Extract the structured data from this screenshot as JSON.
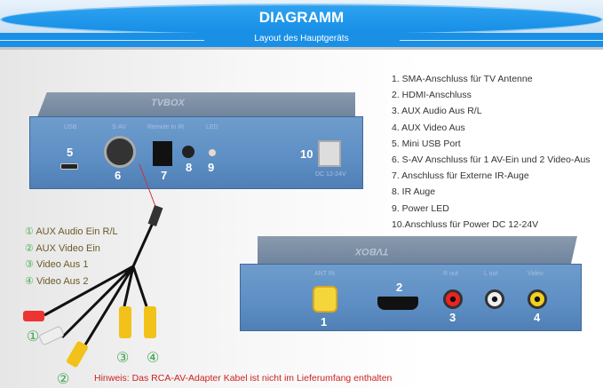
{
  "header": {
    "title": "DIAGRAMM",
    "subtitle": "Layout des Hauptgeräts"
  },
  "legend": [
    "1. SMA-Anschluss für TV Antenne",
    "2. HDMI-Anschluss",
    "3. AUX Audio Aus R/L",
    "4. AUX Video Aus",
    "5. Mini USB Port",
    "6. S-AV Anschluss für 1 AV-Ein und 2 Video-Aus",
    "7. Anschluss für Externe IR-Auge",
    "8. IR Auge",
    "9. Power LED",
    "10.Anschluss für Power DC 12-24V"
  ],
  "device_back": {
    "brand": "TVBOX",
    "port_numbers": [
      "5",
      "6",
      "7",
      "8",
      "9",
      "10"
    ],
    "silk_labels": [
      "USB",
      "S-AV",
      "Remote In IR",
      "LED",
      "DC 12-24V"
    ]
  },
  "device_front": {
    "brand": "TVBOX",
    "port_numbers": [
      "1",
      "2",
      "3",
      "4"
    ],
    "silk_labels": [
      "ANT IN",
      "R out",
      "L out",
      "Video"
    ]
  },
  "cable_legend": [
    {
      "marker": "①",
      "label": "AUX Audio Ein R/L"
    },
    {
      "marker": "②",
      "label": "AUX Video Ein"
    },
    {
      "marker": "③",
      "label": "Video Aus 1"
    },
    {
      "marker": "④",
      "label": "Video Aus 2"
    }
  ],
  "cable_markers": [
    "①",
    "②",
    "③",
    "④"
  ],
  "note": "Hinweis: Das RCA-AV-Adapter Kabel ist nicht im Lieferumfang enthalten"
}
